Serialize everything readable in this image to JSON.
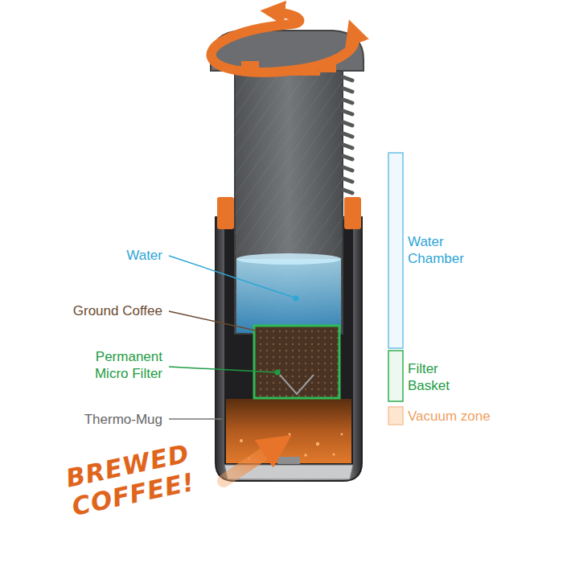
{
  "diagram": {
    "labels": [
      "Water",
      "Ground Coffee",
      "Permanent Micro Filter",
      "Thermo-Mug",
      "Water Chamber",
      "Filter Basket",
      "Vacuum zone",
      "BREWED COFFEE!"
    ]
  }
}
